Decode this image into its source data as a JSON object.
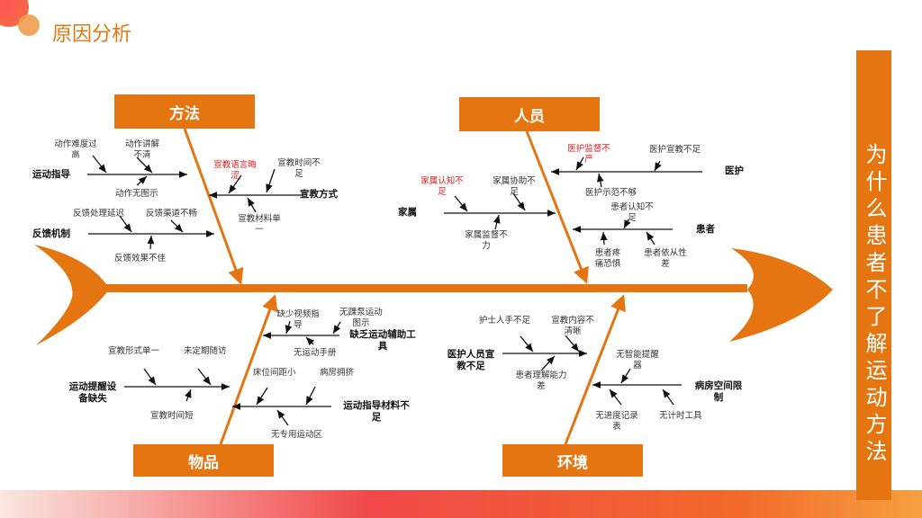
{
  "header": {
    "title": "原因分析"
  },
  "side_title": "为什么患者不了解运动方法",
  "colors": {
    "accent": "#E57510",
    "highlight": "#E02020"
  },
  "categories": {
    "method": {
      "label": "方法",
      "guide": {
        "label": "运动指导",
        "causes": [
          "动作难度过高",
          "动作讲解不清",
          "动作无图示"
        ]
      },
      "edu": {
        "label": "宣教方式",
        "causes": [
          "宣教语言晦涩",
          "宣教时间不足",
          "宣教材料单一"
        ]
      },
      "feedback": {
        "label": "反馈机制",
        "causes": [
          "反馈处理延迟",
          "反馈渠道不畅",
          "反馈效果不佳"
        ]
      }
    },
    "people": {
      "label": "人员",
      "medical": {
        "label": "医护",
        "causes": [
          "医护监督不严",
          "医护宣教不足",
          "医护示范不够"
        ]
      },
      "family": {
        "label": "家属",
        "causes": [
          "家属认知不足",
          "家属协助不足",
          "家属监督不力"
        ]
      },
      "patient": {
        "label": "患者",
        "causes": [
          "患者认知不足",
          "患者疼痛恐惧",
          "患者依从性差"
        ]
      }
    },
    "items": {
      "label": "物品",
      "tools": {
        "label": "缺乏运动辅助工具",
        "causes": [
          "缺少视频指导",
          "无踝泵运动图示",
          "无运动手册"
        ]
      },
      "reminder": {
        "label": "运动提醒设备缺失",
        "causes": [
          "宣教形式单一",
          "未定期随访",
          "宣教时间短"
        ]
      },
      "material": {
        "label": "运动指导材料不足",
        "causes": [
          "床位间距小",
          "病房拥挤",
          "无专用运动区"
        ]
      }
    },
    "env": {
      "label": "环境",
      "staff": {
        "label": "医护人员宣教不足",
        "causes": [
          "护士人手不足",
          "宣教内容不清晰",
          "患者理解能力差"
        ]
      },
      "space": {
        "label": "病房空间限制",
        "causes": [
          "无智能提醒器",
          "无进度记录表",
          "无计时工具"
        ]
      }
    }
  }
}
